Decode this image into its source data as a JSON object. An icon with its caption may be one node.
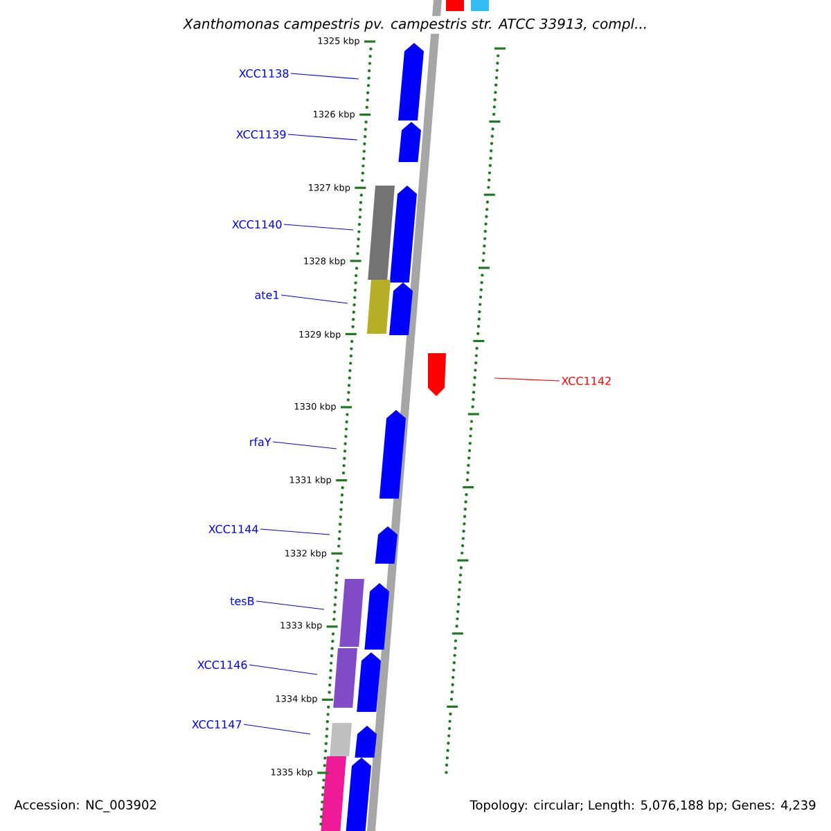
{
  "diagram": {
    "title": "Xanthomonas campestris pv. campestris str. ATCC 33913, compl...",
    "nodes": [
      {
        "text": [
          "XCC1138"
        ]
      },
      {
        "text": [
          "XCC1139"
        ]
      },
      {
        "text": [
          "XCC1140"
        ]
      },
      {
        "text": [
          "ate1"
        ]
      },
      {
        "text": [
          "XCC1142"
        ]
      },
      {
        "text": [
          "rfaY"
        ]
      },
      {
        "text": [
          "XCC1144"
        ]
      },
      {
        "text": [
          "tesB"
        ]
      },
      {
        "text": [
          "XCC1146"
        ]
      },
      {
        "text": [
          "XCC1147"
        ]
      }
    ],
    "edges": [
      {
        "from": 0,
        "to": null,
        "arrow": "none"
      },
      {
        "from": 1,
        "to": null,
        "arrow": "none"
      },
      {
        "from": 2,
        "to": null,
        "arrow": "none"
      },
      {
        "from": 3,
        "to": null,
        "arrow": "none"
      },
      {
        "from": 4,
        "to": null,
        "arrow": "none",
        "color": "#ff0000"
      },
      {
        "from": 5,
        "to": null,
        "arrow": "none"
      },
      {
        "from": 6,
        "to": null,
        "arrow": "none"
      },
      {
        "from": 7,
        "to": null,
        "arrow": "none"
      },
      {
        "from": 8,
        "to": null,
        "arrow": "none"
      },
      {
        "from": 9,
        "to": null,
        "arrow": "none"
      }
    ],
    "labels": [
      "1325 kbp",
      "1326 kbp",
      "1327 kbp",
      "1328 kbp",
      "1329 kbp",
      "1330 kbp",
      "1331 kbp",
      "1332 kbp",
      "1333 kbp",
      "1334 kbp",
      "1335 kbp",
      "Accession: NC_003902",
      "Topology: circular; Length: 5,076,188 bp; Genes: 4,239"
    ]
  }
}
